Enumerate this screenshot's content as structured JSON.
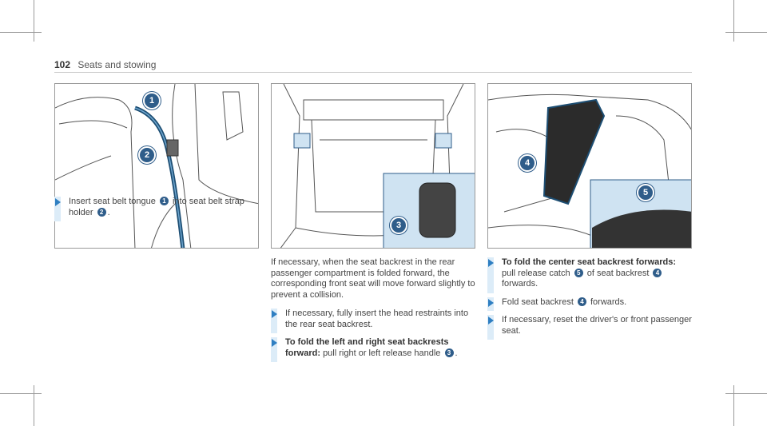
{
  "header": {
    "page_number": "102",
    "section": "Seats and stowing"
  },
  "figures": {
    "fig1": {
      "callouts": [
        "1",
        "2"
      ]
    },
    "fig2": {
      "callouts": [
        "3"
      ]
    },
    "fig3": {
      "callouts": [
        "4",
        "5"
      ]
    }
  },
  "col1": {
    "step1": {
      "pre": "Insert seat belt tongue",
      "ref1": "1",
      "mid": "into seat belt strap holder",
      "ref2": "2",
      "post": "."
    }
  },
  "col2": {
    "intro": "If necessary, when the seat backrest in the rear passenger compartment is folded forward, the corresponding front seat will move forward slightly to prevent a collision.",
    "step1": "If necessary, fully insert the head restraints into the rear seat backrest.",
    "step2": {
      "bold": "To fold the left and right seat backrests forward:",
      "text": "pull right or left release handle",
      "ref": "3",
      "post": "."
    }
  },
  "col3": {
    "step1": {
      "bold": "To fold the center seat backrest forwards:",
      "pre": "pull release catch",
      "ref1": "5",
      "mid": "of seat backrest",
      "ref2": "4",
      "post": "forwards."
    },
    "step2": {
      "pre": "Fold seat backrest",
      "ref": "4",
      "post": "forwards."
    },
    "step3": "If necessary, reset the driver's or front passenger seat."
  }
}
